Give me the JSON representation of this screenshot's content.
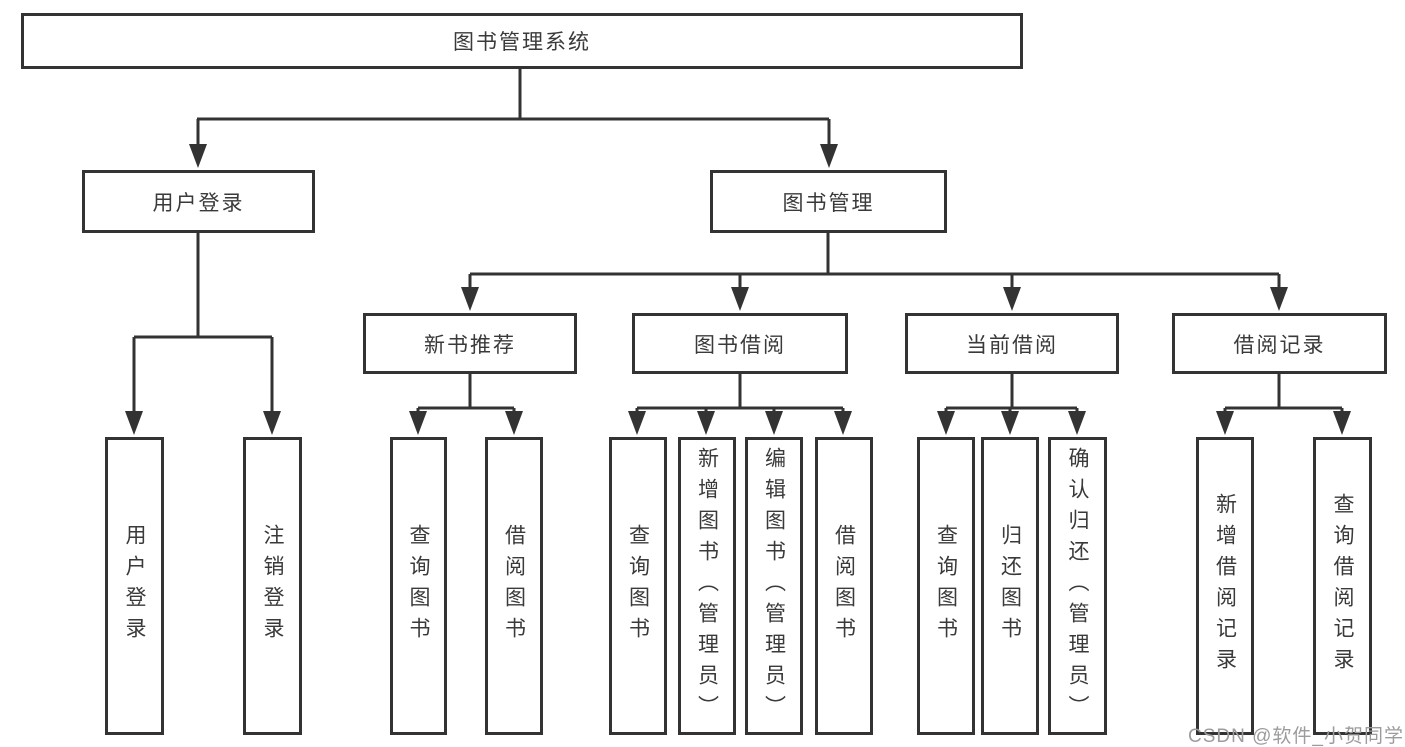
{
  "colors": {
    "line": "#333333",
    "text": "#3a3a3a",
    "background": "#ffffff",
    "watermark": "#9c9c9c"
  },
  "tree": {
    "root": {
      "label": "图书管理系统"
    },
    "branches": [
      {
        "label": "用户登录",
        "children": [
          {
            "label": "用户登录"
          },
          {
            "label": "注销登录"
          }
        ]
      },
      {
        "label": "图书管理",
        "children": [
          {
            "label": "新书推荐",
            "children": [
              {
                "label": "查询图书"
              },
              {
                "label": "借阅图书"
              }
            ]
          },
          {
            "label": "图书借阅",
            "children": [
              {
                "label": "查询图书"
              },
              {
                "label": "新增图书（管理员）"
              },
              {
                "label": "编辑图书（管理员）"
              },
              {
                "label": "借阅图书"
              }
            ]
          },
          {
            "label": "当前借阅",
            "children": [
              {
                "label": "查询图书"
              },
              {
                "label": "归还图书"
              },
              {
                "label": "确认归还（管理员）"
              }
            ]
          },
          {
            "label": "借阅记录",
            "children": [
              {
                "label": "新增借阅记录"
              },
              {
                "label": "查询借阅记录"
              }
            ]
          }
        ]
      }
    ]
  },
  "watermark": {
    "text": "CSDN @软件_小贺同学"
  }
}
